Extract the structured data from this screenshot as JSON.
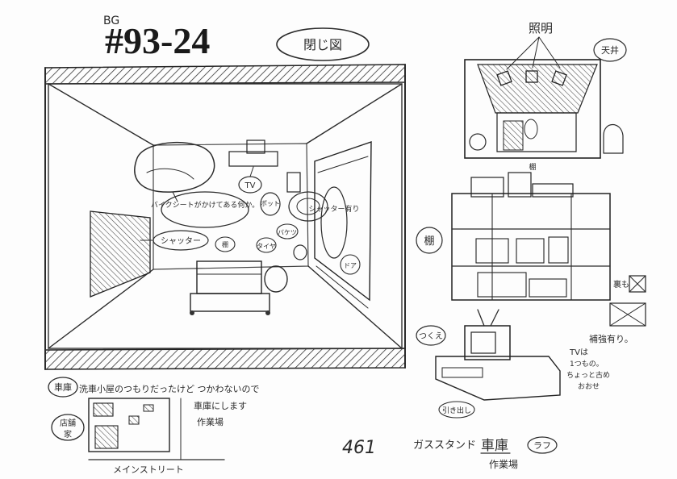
{
  "header": {
    "bg_prefix": "BG",
    "cut_number": "#93-24",
    "closed_label": "閉じ図"
  },
  "main_room": {
    "tarp_note": "バイクシートがかけてある何か。",
    "tv": "TV",
    "kettle": "ポット",
    "shutter_open": "シャッター有り",
    "shutter_left": "シャッター",
    "shelf_tag": "棚",
    "tire": "タイヤ",
    "bucket": "バケツ",
    "door_note": "ドア"
  },
  "ceiling_view": {
    "lights": "照明",
    "ceiling": "天井",
    "shelf_tag": "棚"
  },
  "shelf_view": {
    "shelf": "棚",
    "back_note": "裏も",
    "reinforce_note": "補強有り。"
  },
  "tv_view": {
    "stand": "つくえ",
    "drawer": "引き出し",
    "tv_note_1": "TVは",
    "tv_note_2": "1つもの。",
    "tv_note_3": "ちょっと古め",
    "tv_note_4": "おおせ"
  },
  "floor_plan": {
    "garage_label": "車庫",
    "plan_note": "洗車小屋のつもりだったけど つかわないので",
    "plan_note_2": "車庫にします",
    "plan_note_3": "作業場",
    "store_label": "店舗",
    "store_label_2": "家",
    "main_street": "メインストリート"
  },
  "footer": {
    "page_number": "461",
    "gas_stand": "ガススタンド",
    "garage": "車庫",
    "work_label": "作業場",
    "layout_tag": "ラフ"
  }
}
